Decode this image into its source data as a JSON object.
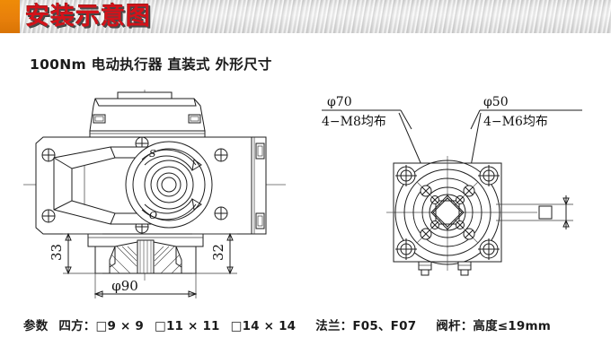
{
  "header": {
    "title": "安装示意图",
    "accent_color": "#e8800b",
    "title_color": "#d4121a"
  },
  "subtitle": "100Nm 电动执行器 直装式 外形尺寸",
  "footer": {
    "label_params": "参数",
    "label_square": "四方：",
    "square_1": "□9 × 9",
    "square_2": "□11 × 11",
    "square_3": "□14 × 14",
    "label_flange": "法兰：F05、F07",
    "label_stem": "阀杆：高度≤19mm"
  },
  "left_drawing": {
    "name": "side-view",
    "dim_left": "33",
    "dim_right": "32",
    "dim_bottom": "φ90",
    "mark_close": "S",
    "mark_open": "O"
  },
  "right_drawing": {
    "name": "bottom-view",
    "callout_1_line1": "φ70",
    "callout_1_line2": "4−M8均布",
    "callout_2_line1": "φ50",
    "callout_2_line2": "4−M6均布"
  }
}
